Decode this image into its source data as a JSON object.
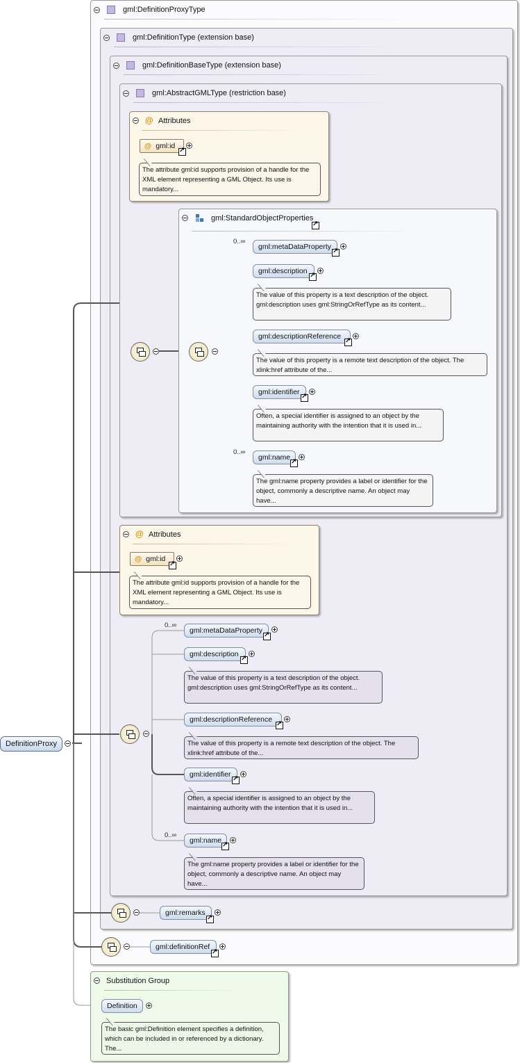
{
  "root": {
    "label": "DefinitionProxy"
  },
  "types": {
    "proxy": "gml:DefinitionProxyType",
    "definition": "gml:DefinitionType (extension base)",
    "definition_base": "gml:DefinitionBaseType (extension base)",
    "abstract_gml": "gml:AbstractGMLType (restriction base)"
  },
  "attributes_title": "Attributes",
  "attr_id": "gml:id",
  "attr_id_doc": "The attribute gml:id supports provision of a handle for the XML element representing a GML Object. Its use is mandatory...",
  "group": {
    "title": "gml:StandardObjectProperties"
  },
  "cardinality": "0..∞",
  "elements": {
    "metaDataProperty": "gml:metaDataProperty",
    "description": "gml:description",
    "description_doc": "The value of this property is a text description of the object. gml:description uses gml:StringOrRefType as its content...",
    "descriptionReference": "gml:descriptionReference",
    "descriptionReference_doc": "The value of this property is a remote text description of the object. The xlink:href attribute of the...",
    "identifier": "gml:identifier",
    "identifier_doc": "Often, a special identifier is assigned to an object by the maintaining authority with the intention that it is used in...",
    "name": "gml:name",
    "name_doc": "The gml:name property provides a label or identifier for the object, commonly a descriptive name. An object may have...",
    "remarks": "gml:remarks",
    "definitionRef": "gml:definitionRef"
  },
  "substitution": {
    "title": "Substitution Group",
    "element": "Definition",
    "doc": "The basic gml:Definition element specifies a definition, which can be included in or referenced by a dictionary. The..."
  }
}
